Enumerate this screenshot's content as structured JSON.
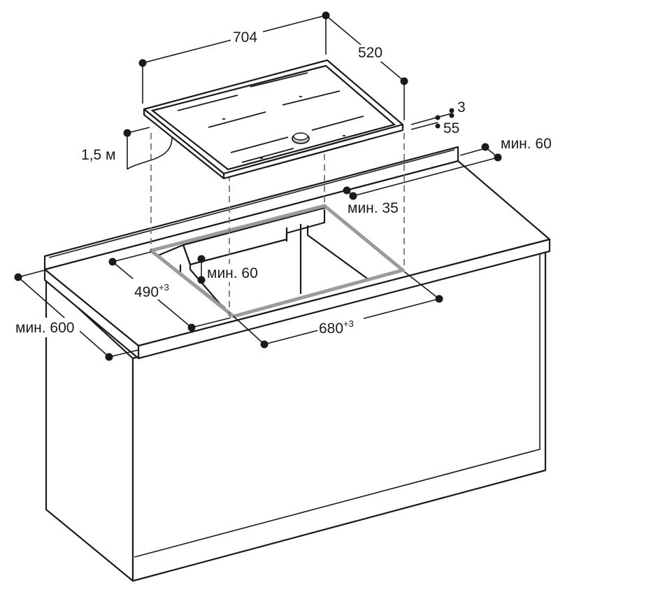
{
  "dimensions": {
    "hob_width": "704",
    "hob_depth": "520",
    "cable_length": "1,5 м",
    "glass_thickness": "3",
    "hob_height": "55",
    "min_rear_gap": "мин. 60",
    "min_front_edge": "мин. 35",
    "min_side_gap": "мин. 60",
    "cutout_depth": "490",
    "cutout_depth_tolerance": "+3",
    "cutout_width": "680",
    "cutout_width_tolerance": "+3",
    "min_worktop_depth": "мин. 600"
  },
  "colors": {
    "line": "#1a1a1a",
    "cutout_outline": "#9b9b9b",
    "hidden_lines": "#777777"
  }
}
